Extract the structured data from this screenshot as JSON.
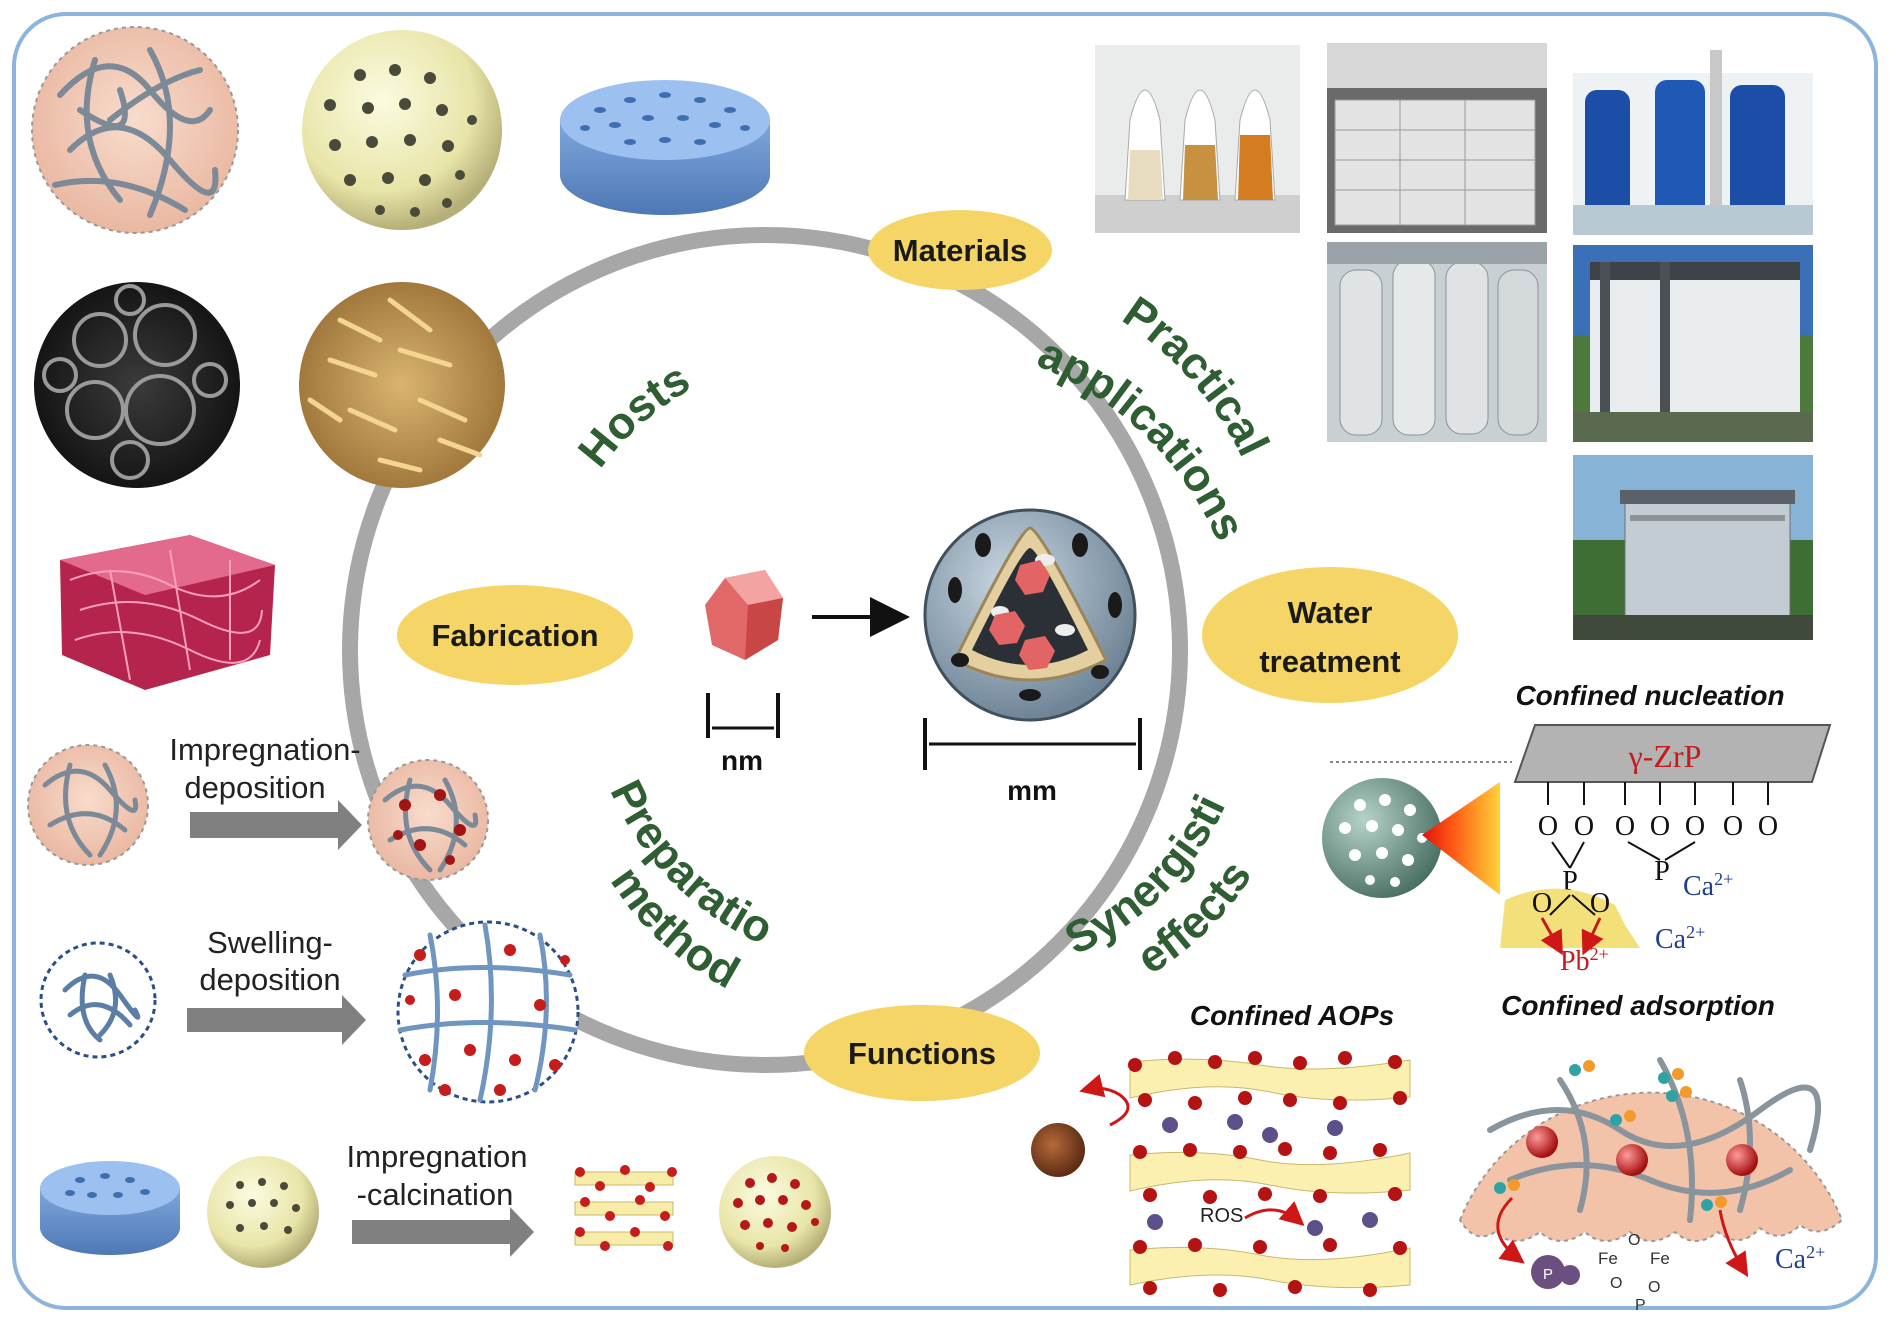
{
  "hub": {
    "materials": "Materials",
    "fabrication": "Fabrication",
    "functions": "Functions",
    "water_line1": "Water",
    "water_line2": "treatment"
  },
  "arcs": {
    "hosts": "Hosts",
    "practical_line1": "Practical",
    "practical_line2": "applications",
    "preparation_line1": "Preparation",
    "preparation_line2": "methods",
    "synergistic_line1": "Synergistic",
    "synergistic_line2": "effects"
  },
  "scale": {
    "nm": "nm",
    "mm": "mm"
  },
  "methods": {
    "impregnation_deposition_line1": "Impregnation-",
    "impregnation_deposition_line2": "deposition",
    "swelling_deposition_line1": "Swelling-",
    "swelling_deposition_line2": "deposition",
    "impregnation_calcination_line1": "Impregnation",
    "impregnation_calcination_line2": "-calcination"
  },
  "nucleation": {
    "title": "Confined nucleation",
    "substrate": "γ-ZrP",
    "ca_ion": "Ca",
    "ca_charge": "2+",
    "pb_ion": "Pb",
    "pb_charge": "2+",
    "o": "O",
    "p": "P"
  },
  "aops": {
    "title": "Confined AOPs",
    "ros": "ROS"
  },
  "adsorption": {
    "title": "Confined adsorption",
    "ca_ion": "Ca",
    "ca_charge": "2+",
    "fe": "Fe",
    "o": "O",
    "p": "P"
  },
  "colors": {
    "frame": "#8db4dc",
    "ring": "#a7a7a7",
    "oval": "#f5d565",
    "arc_text": "#2e5e32",
    "particle": "#d63a3a"
  }
}
